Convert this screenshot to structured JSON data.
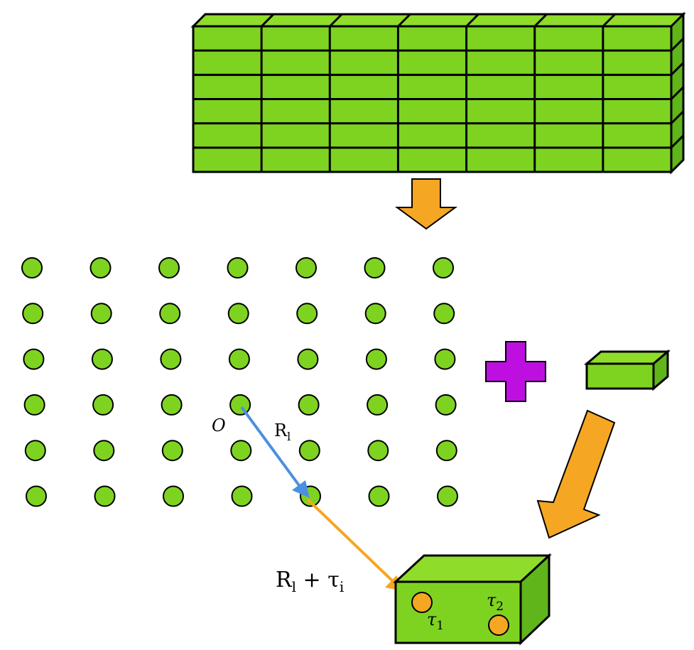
{
  "colors": {
    "cell": "#7ed321",
    "cell_top": "#8fdc2a",
    "cell_side": "#5fb51a",
    "outline": "#000000",
    "arrow_orange": "#f5a623",
    "arrow_blue": "#4a90e2",
    "plus_magenta": "#bd10e0"
  },
  "lattice": {
    "rows": 6,
    "cols": 7
  },
  "labels": {
    "origin": "O",
    "R_main": "R",
    "R_sub": "l",
    "Rtau_main": "R",
    "Rtau_sub_l": "l",
    "Rtau_plus": " + τ",
    "Rtau_sub_i": "i",
    "tau1_main": "τ",
    "tau1_sub": "1",
    "tau2_main": "τ",
    "tau2_sub": "2"
  },
  "icons": {
    "down_arrow": "down-arrow-icon",
    "plus": "plus-icon",
    "diagonal_arrow": "diagonal-arrow-icon"
  }
}
